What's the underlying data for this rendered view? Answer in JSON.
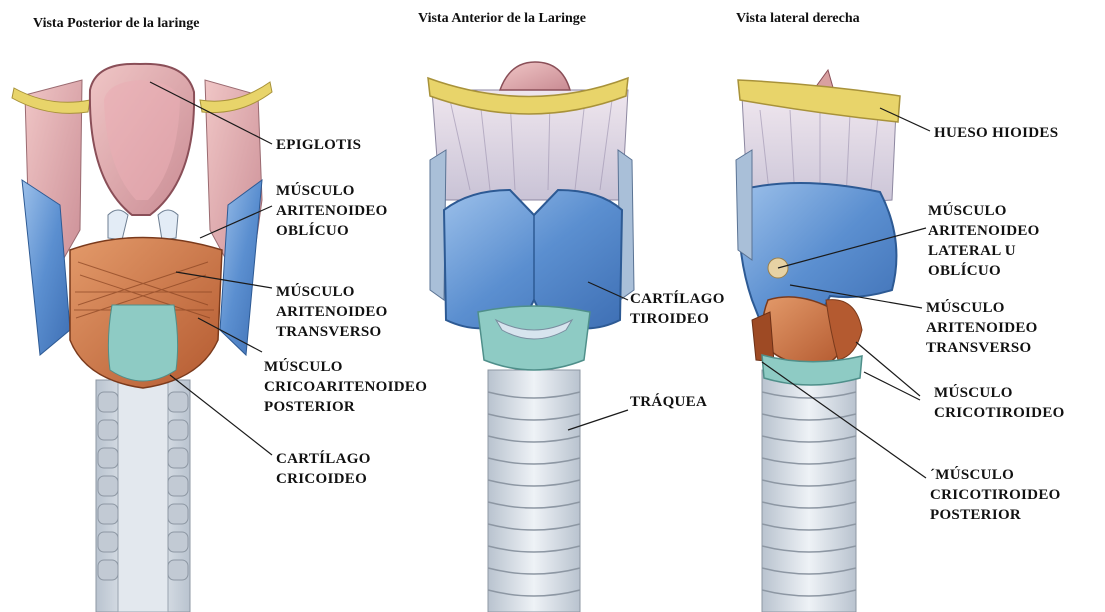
{
  "views": {
    "posterior": "Vista Posterior de la laringe",
    "anterior": "Vista Anterior de la Laringe",
    "lateral": "Vista lateral derecha"
  },
  "labels": {
    "epiglotis": [
      "EPIGLOTIS"
    ],
    "aritenoideo_oblicuo": [
      "MÚSCULO",
      "ARITENOIDEO",
      "OBLÍCUO"
    ],
    "aritenoideo_transverso_post": [
      "MÚSCULO",
      "ARITENOIDEO",
      "TRANSVERSO"
    ],
    "cricoaritenoideo_posterior": [
      "MÚSCULO",
      "CRICOARITENOIDEO",
      "POSTERIOR"
    ],
    "cartilago_cricoideo": [
      "CARTÍLAGO",
      "CRICOIDEO"
    ],
    "cartilago_tiroideo": [
      "CARTÍLAGO",
      "TIROIDEO"
    ],
    "traquea": [
      "TRÁQUEA"
    ],
    "hueso_hioides": [
      "HUESO HIOIDES"
    ],
    "aritenoideo_lateral": [
      "MÚSCULO",
      "ARITENOIDEO",
      "LATERAL U",
      "OBLÍCUO"
    ],
    "aritenoideo_transverso_lat": [
      "MÚSCULO",
      "ARITENOIDEO",
      "TRANSVERSO"
    ],
    "cricotiroideo": [
      "MÚSCULO",
      "CRICOTIROIDEO"
    ],
    "cricotiroideo_posterior": [
      "´MÚSCULO",
      "CRICOTIROIDEO",
      "POSTERIOR"
    ]
  },
  "colors": {
    "cartilage_blue": "#5b8fd0",
    "hyoid_yellow": "#e8d46a",
    "muscle_red": "#c86a3a",
    "cricoid_teal": "#8ecbc4",
    "membrane_pink": "#d9a0a0",
    "trachea_grey": "#d6dde6"
  }
}
